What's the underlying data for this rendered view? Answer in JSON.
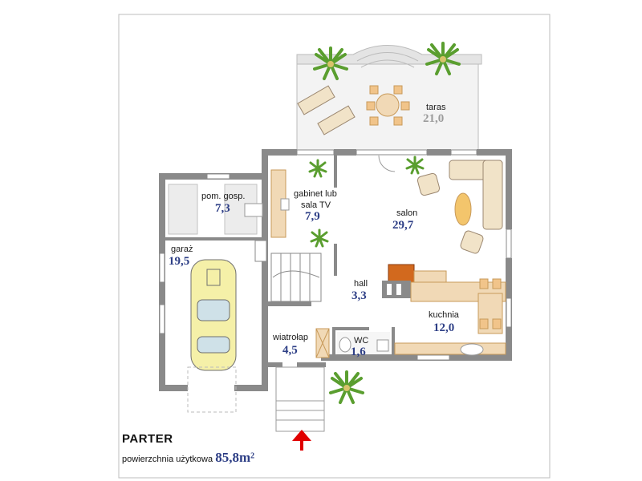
{
  "rooms": {
    "taras": {
      "name": "taras",
      "area": "21,0"
    },
    "pom_gosp": {
      "name": "pom. gosp.",
      "area": "7,3"
    },
    "gabinet_line1": "gabinet lub",
    "gabinet_line2": "sala TV",
    "gabinet_area": "7,9",
    "salon": {
      "name": "salon",
      "area": "29,7"
    },
    "garaz": {
      "name": "garaż",
      "area": "19,5"
    },
    "hall": {
      "name": "hall",
      "area": "3,3"
    },
    "kuchnia": {
      "name": "kuchnia",
      "area": "12,0"
    },
    "wiatrolap": {
      "name": "wiatrołap",
      "area": "4,5"
    },
    "wc": {
      "name": "WC",
      "area": "1,6"
    }
  },
  "footer": {
    "title": "PARTER",
    "usable_label": "powierzchnia użytkowa",
    "usable_value": "85,8",
    "usable_unit": "m",
    "usable_sup": "2"
  },
  "colors": {
    "wall": "#8a8a8a",
    "area_text": "#2e3f86",
    "furniture": "#f1d9b6",
    "brick": "#d2691e",
    "plant": "#5a9e2f",
    "car": "#f5f0a8",
    "arrow": "#e00000"
  },
  "icons": [
    "plant-icon",
    "car-icon",
    "entrance-arrow-icon",
    "chair-icon",
    "sofa-icon"
  ]
}
